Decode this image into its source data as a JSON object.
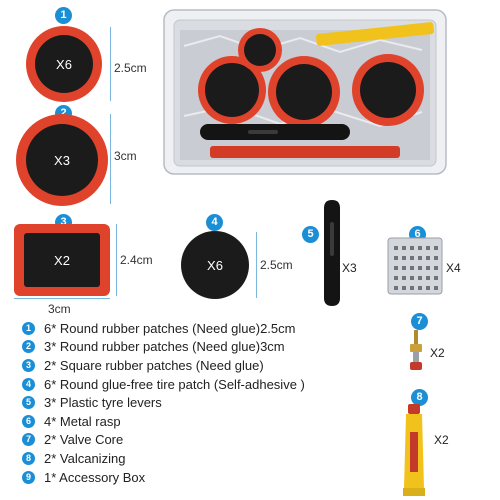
{
  "items": [
    {
      "num": "1",
      "qty": "X6",
      "size": "2.5cm"
    },
    {
      "num": "2",
      "qty": "X3",
      "size": "3cm"
    },
    {
      "num": "3",
      "qty": "X2",
      "size_h": "2.4cm",
      "size_w": "3cm"
    },
    {
      "num": "4",
      "qty": "X6",
      "size": "2.5cm"
    },
    {
      "num": "5",
      "qty": "X3"
    },
    {
      "num": "6",
      "qty": "X4"
    },
    {
      "num": "7",
      "qty": "X2"
    },
    {
      "num": "8",
      "qty": "X2"
    },
    {
      "num": "9"
    }
  ],
  "list": [
    {
      "num": "1",
      "text": "6* Round rubber patches (Need glue)2.5cm"
    },
    {
      "num": "2",
      "text": "3* Round rubber patches (Need glue)3cm"
    },
    {
      "num": "3",
      "text": "2* Square rubber patches (Need glue)"
    },
    {
      "num": "4",
      "text": "6* Round glue-free tire patch (Self-adhesive )"
    },
    {
      "num": "5",
      "text": "3* Plastic tyre levers"
    },
    {
      "num": "6",
      "text": "4* Metal rasp"
    },
    {
      "num": "7",
      "text": "2* Valve Core"
    },
    {
      "num": "8",
      "text": "2* Valcanizing"
    },
    {
      "num": "9",
      "text": "1* Accessory Box"
    }
  ],
  "colors": {
    "badge": "#1a8fd6",
    "patch_red": "#e0432b",
    "patch_black": "#1b1b1b"
  }
}
